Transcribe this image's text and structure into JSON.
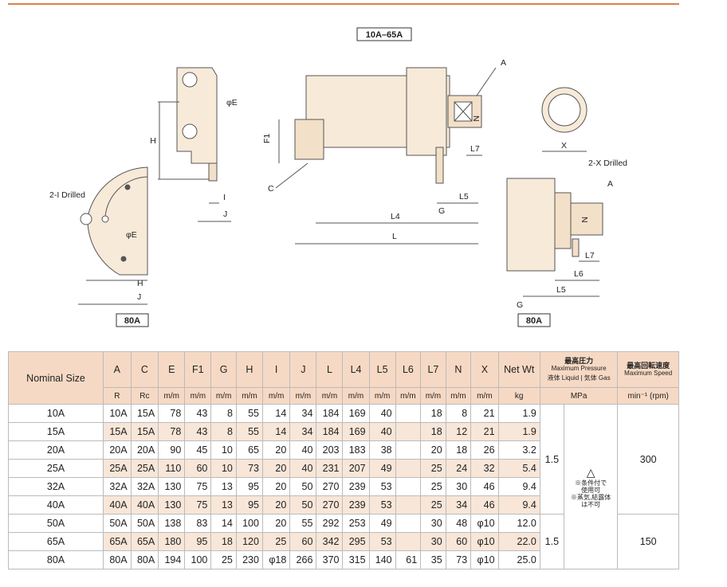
{
  "drawing_labels": {
    "series_box": "10A–65A",
    "box_80a_left": "80A",
    "box_80a_right": "80A",
    "a": "A",
    "phi_e": "φE",
    "h": "H",
    "f1": "F1",
    "c": "C",
    "g": "G",
    "l": "L",
    "l4": "L4",
    "l5": "L5",
    "l6": "L6",
    "l7": "L7",
    "i": "I",
    "j": "J",
    "x": "X",
    "two_i_drilled": "2-I Drilled",
    "two_x_drilled": "2-X Drilled",
    "n": "N"
  },
  "table": {
    "nominal_size_header": "Nominal Size",
    "columns": [
      "A",
      "C",
      "E",
      "F1",
      "G",
      "H",
      "I",
      "J",
      "L",
      "L4",
      "L5",
      "L6",
      "L7",
      "N",
      "X"
    ],
    "units": [
      "R",
      "Rc",
      "m/m",
      "m/m",
      "m/m",
      "m/m",
      "m/m",
      "m/m",
      "m/m",
      "m/m",
      "m/m",
      "m/m",
      "m/m",
      "m/m",
      "m/m"
    ],
    "net_wt_header": "Net Wt",
    "net_wt_unit": "kg",
    "pressure_header_jp": "最高圧力",
    "pressure_header_en": "Maximum Pressure",
    "pressure_liquid": "液体 Liquid",
    "pressure_gas": "気体 Gas",
    "pressure_unit": "MPa",
    "speed_header_jp": "最高回転速度",
    "speed_header_en": "Maximum Speed",
    "speed_unit": "min⁻¹ (rpm)",
    "gas_note_symbol": "△",
    "gas_note_lines": [
      "※条件付で",
      "使用可",
      "※蒸気,結露体",
      "は不可"
    ],
    "rows": [
      {
        "nom": "10A",
        "vals": [
          "10A",
          "15A",
          "78",
          "43",
          "8",
          "55",
          "14",
          "34",
          "184",
          "169",
          "40",
          "",
          "18",
          "8",
          "21"
        ],
        "wt": "1.9"
      },
      {
        "nom": "15A",
        "vals": [
          "15A",
          "15A",
          "78",
          "43",
          "8",
          "55",
          "14",
          "34",
          "184",
          "169",
          "40",
          "",
          "18",
          "12",
          "21"
        ],
        "wt": "1.9"
      },
      {
        "nom": "20A",
        "vals": [
          "20A",
          "20A",
          "90",
          "45",
          "10",
          "65",
          "20",
          "40",
          "203",
          "183",
          "38",
          "",
          "20",
          "18",
          "26"
        ],
        "wt": "3.2"
      },
      {
        "nom": "25A",
        "vals": [
          "25A",
          "25A",
          "110",
          "60",
          "10",
          "73",
          "20",
          "40",
          "231",
          "207",
          "49",
          "",
          "25",
          "24",
          "32"
        ],
        "wt": "5.4"
      },
      {
        "nom": "32A",
        "vals": [
          "32A",
          "32A",
          "130",
          "75",
          "13",
          "95",
          "20",
          "50",
          "270",
          "239",
          "53",
          "",
          "25",
          "30",
          "46"
        ],
        "wt": "9.4"
      },
      {
        "nom": "40A",
        "vals": [
          "40A",
          "40A",
          "130",
          "75",
          "13",
          "95",
          "20",
          "50",
          "270",
          "239",
          "53",
          "",
          "25",
          "34",
          "46"
        ],
        "wt": "9.4"
      },
      {
        "nom": "50A",
        "vals": [
          "50A",
          "50A",
          "138",
          "83",
          "14",
          "100",
          "20",
          "55",
          "292",
          "253",
          "49",
          "",
          "30",
          "48",
          "φ10"
        ],
        "wt": "12.0"
      },
      {
        "nom": "65A",
        "vals": [
          "65A",
          "65A",
          "180",
          "95",
          "18",
          "120",
          "25",
          "60",
          "342",
          "295",
          "53",
          "",
          "30",
          "60",
          "φ10"
        ],
        "wt": "22.0"
      },
      {
        "nom": "80A",
        "vals": [
          "80A",
          "80A",
          "194",
          "100",
          "25",
          "230",
          "φ18",
          "266",
          "370",
          "315",
          "140",
          "61",
          "35",
          "73",
          "φ10"
        ],
        "wt": "25.0"
      }
    ],
    "group1_pressure": "1.5",
    "group1_speed": "300",
    "group2_pressure": "1.5",
    "group2_speed": "150"
  }
}
